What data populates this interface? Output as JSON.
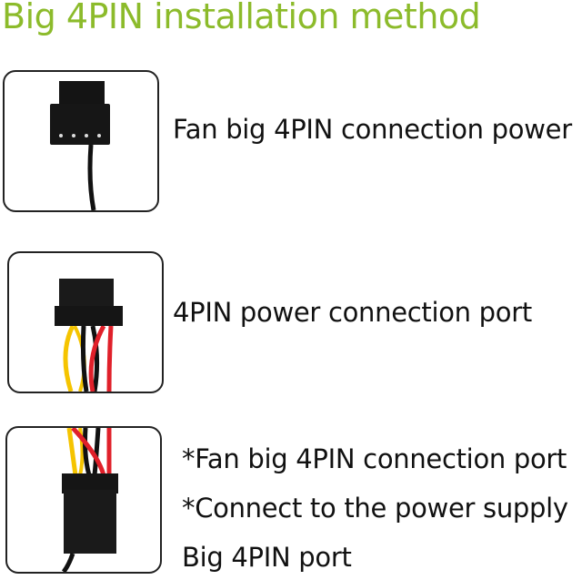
{
  "title": "Big 4PIN installation method",
  "steps": [
    {
      "image": "fan-big-4pin-connector",
      "caption": "Fan big 4PIN connection power"
    },
    {
      "image": "4pin-power-port-with-wires",
      "caption": "4PIN power connection port"
    },
    {
      "image": "joined-4pin-connectors",
      "notes": [
        "*Fan big 4PIN connection port",
        "*Connect to the power supply",
        "Big 4PIN port"
      ]
    }
  ],
  "colors": {
    "title": "#8cbb2b",
    "wire_yellow": "#f5c400",
    "wire_red": "#e0202a",
    "wire_black": "#111111"
  }
}
